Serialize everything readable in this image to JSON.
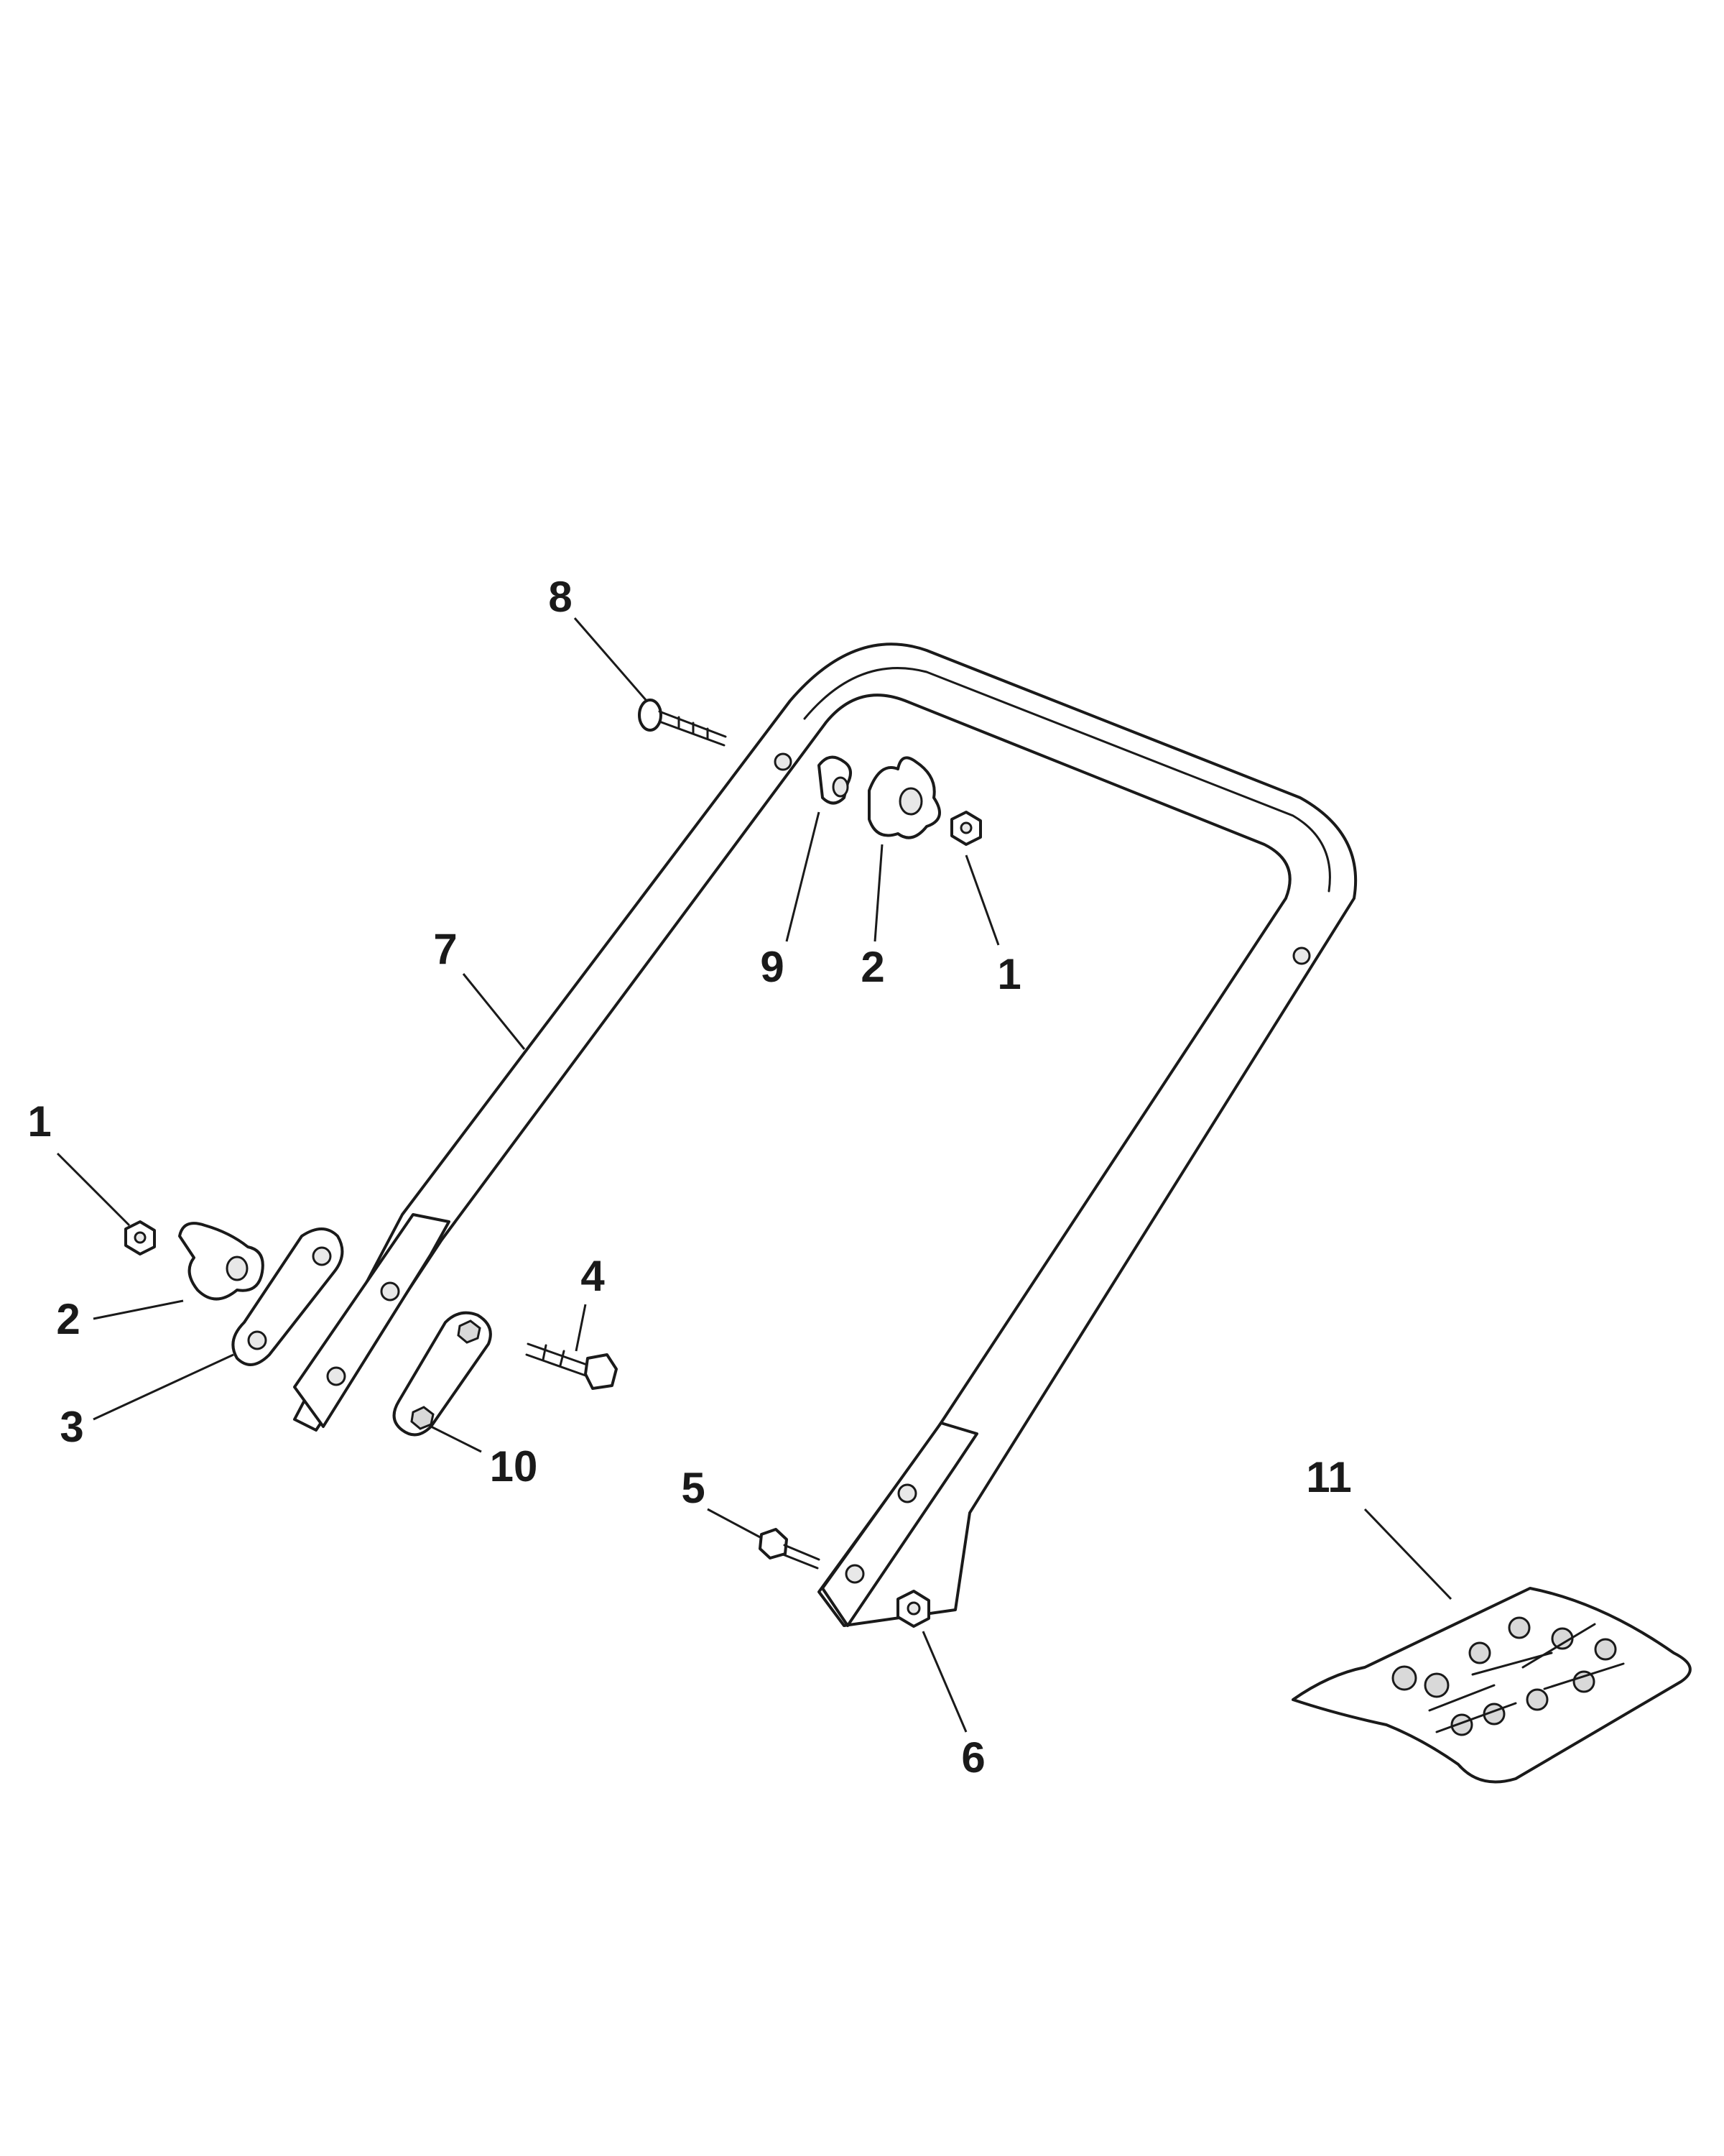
{
  "callouts": [
    {
      "id": "c8",
      "label": "8"
    },
    {
      "id": "c7",
      "label": "7"
    },
    {
      "id": "c9",
      "label": "9"
    },
    {
      "id": "c2a",
      "label": "2"
    },
    {
      "id": "c1a",
      "label": "1"
    },
    {
      "id": "c1b",
      "label": "1"
    },
    {
      "id": "c2b",
      "label": "2"
    },
    {
      "id": "c3",
      "label": "3"
    },
    {
      "id": "c4",
      "label": "4"
    },
    {
      "id": "c10",
      "label": "10"
    },
    {
      "id": "c5",
      "label": "5"
    },
    {
      "id": "c6",
      "label": "6"
    },
    {
      "id": "c11",
      "label": "11"
    }
  ]
}
